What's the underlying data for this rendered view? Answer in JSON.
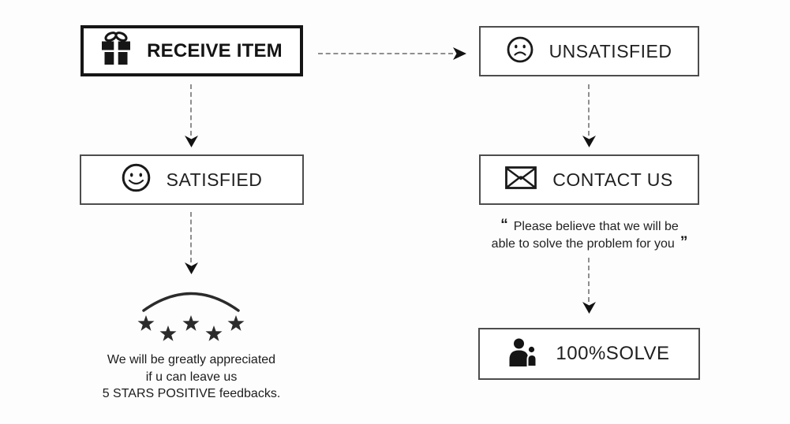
{
  "diagram": {
    "nodes": {
      "receive": {
        "label": "RECEIVE ITEM",
        "icon": "gift-icon"
      },
      "unsatisfied": {
        "label": "UNSATISFIED",
        "icon": "sad-face-icon"
      },
      "satisfied": {
        "label": "SATISFIED",
        "icon": "smiley-face-icon"
      },
      "contact": {
        "label": "CONTACT US",
        "icon": "envelope-icon"
      },
      "solve": {
        "label": "100%SOLVE",
        "icon": "people-icon"
      }
    },
    "edges": [
      {
        "from": "receive",
        "to": "unsatisfied",
        "style": "dashed-arrow"
      },
      {
        "from": "receive",
        "to": "satisfied",
        "style": "dashed-arrow"
      },
      {
        "from": "unsatisfied",
        "to": "contact",
        "style": "dashed-arrow"
      },
      {
        "from": "satisfied",
        "to": "five-stars",
        "style": "dashed-arrow"
      },
      {
        "from": "contact",
        "to": "solve",
        "style": "dashed-arrow"
      }
    ],
    "quote": {
      "open": "“",
      "line1": "Please believe that we will be",
      "line2": "able to solve the problem for you",
      "close": "”"
    },
    "note": {
      "line1": "We will be greatly appreciated",
      "line2": "if u can leave us",
      "line3": "5 STARS POSITIVE feedbacks."
    },
    "rating": {
      "star_count": 5
    },
    "colors": {
      "ink": "#1f1f1f",
      "heavy_border": "#151515",
      "light_border": "#4d4d4d",
      "dash": "#8f8f8f",
      "arrowhead": "#121212",
      "background": "#fdfdfd"
    }
  }
}
